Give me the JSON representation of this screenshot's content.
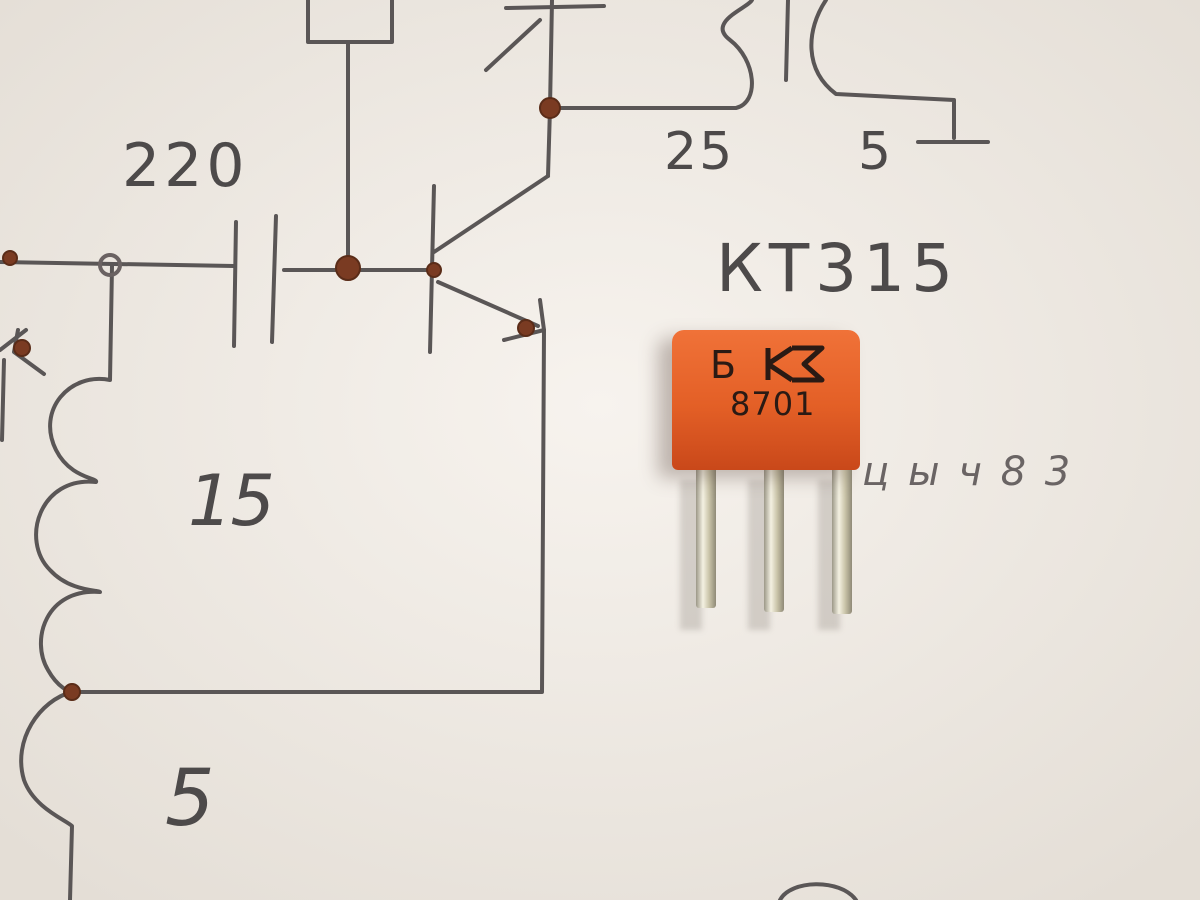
{
  "schematic": {
    "capacitor_value": "220",
    "coil_top_left_turns": "25",
    "coil_top_right_turns": "5",
    "transistor_label": "КТ315",
    "coil_left_turns": "15",
    "coil_bottom_turns": "5",
    "handwritten_note": "ц ы ч 8 3"
  },
  "transistor": {
    "body_letter": "Б",
    "date_code": "8701",
    "body_color": "#e6622a"
  },
  "colors": {
    "paper": "#efeae4",
    "ink": "#5a5656",
    "solder": "#7a3b22"
  }
}
